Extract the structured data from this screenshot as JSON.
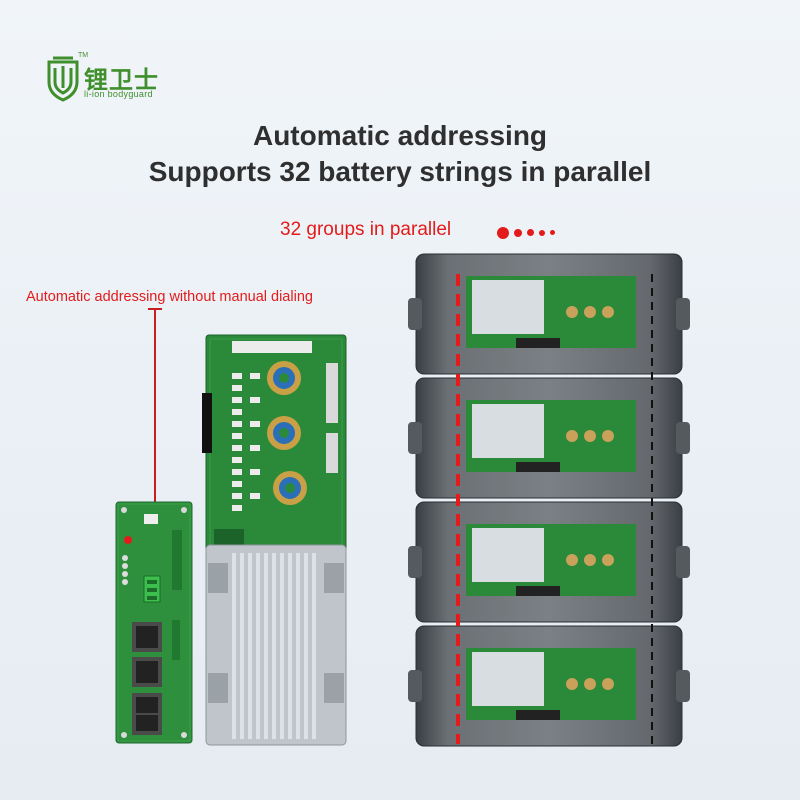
{
  "brand": {
    "name_cn": "锂卫士",
    "name_en": "li-ion bodyguard",
    "tm": "TM",
    "color": "#3f8f2c"
  },
  "headline": {
    "line1": "Automatic addressing",
    "line2": "Supports 32 battery strings in parallel"
  },
  "parallel_label": "32 groups in parallel",
  "dial_label": "Automatic addressing without manual dialing",
  "accent_color": "#e31b1b",
  "battery_modules": 4,
  "icons": [
    "shield-logo-icon",
    "parallel-dots-icon",
    "callout-marker-icon"
  ]
}
